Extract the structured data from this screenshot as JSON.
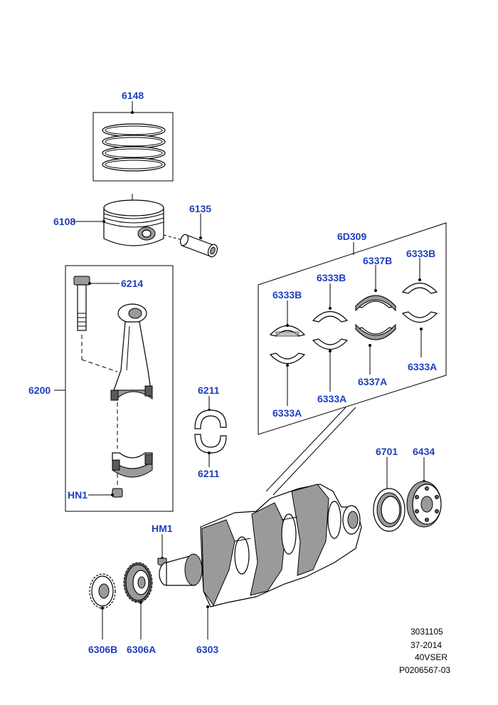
{
  "colors": {
    "label": "#1f3fbf",
    "part_shade": "#9a9a9a",
    "part_dark": "#5a5a5a",
    "line": "#000000"
  },
  "labels": {
    "p6148": "6148",
    "p6108": "6108",
    "p6135": "6135",
    "p6214": "6214",
    "p6200": "6200",
    "hn1": "HN1",
    "p6d309": "6D309",
    "p6333b_1": "6333B",
    "p6333b_2": "6333B",
    "p6337b": "6337B",
    "p6333b_3": "6333B",
    "p6333a_1": "6333A",
    "p6333a_2": "6333A",
    "p6337a": "6337A",
    "p6333a_3": "6333A",
    "p6211_top": "6211",
    "p6211_bottom": "6211",
    "p6701": "6701",
    "p6434": "6434",
    "hm1": "HM1",
    "p6306b": "6306B",
    "p6306a": "6306A",
    "p6303": "6303"
  },
  "reference": {
    "line1": "3031105",
    "line2": "37-2014",
    "line3": "40VSER",
    "line4": "P0206567-03"
  }
}
